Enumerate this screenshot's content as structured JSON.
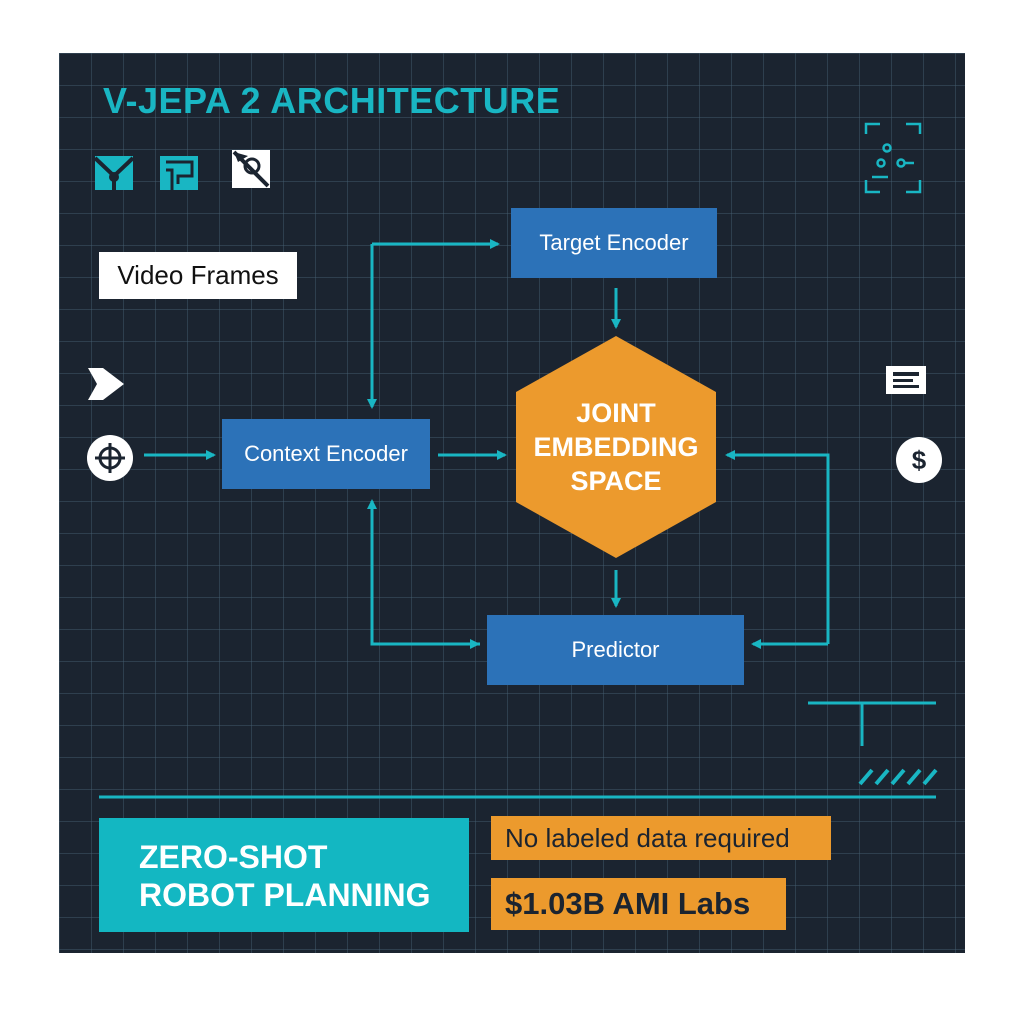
{
  "title": "V-JEPA 2 ARCHITECTURE",
  "nodes": {
    "video_frames": "Video Frames",
    "target_encoder": "Target Encoder",
    "context_encoder": "Context Encoder",
    "joint_embedding": "JOINT EMBEDDING SPACE",
    "predictor": "Predictor"
  },
  "callouts": {
    "zero_shot": "ZERO-SHOT ROBOT PLANNING",
    "no_labels": "No labeled data required",
    "funding": "$1.03B AMI Labs"
  },
  "icons": {
    "top_left": [
      "network-node-icon",
      "circuit-icon",
      "cursor-node-icon"
    ],
    "top_right": "scan-frame-icon",
    "left": [
      "arrow-right-icon",
      "crosshair-icon"
    ],
    "right": [
      "document-icon",
      "dollar-icon"
    ],
    "dollar_glyph": "$"
  },
  "colors": {
    "background": "#1b2430",
    "accent_cyan": "#19b6c3",
    "encoder_blue": "#2c72b8",
    "hexagon_orange": "#ec9a2d"
  }
}
